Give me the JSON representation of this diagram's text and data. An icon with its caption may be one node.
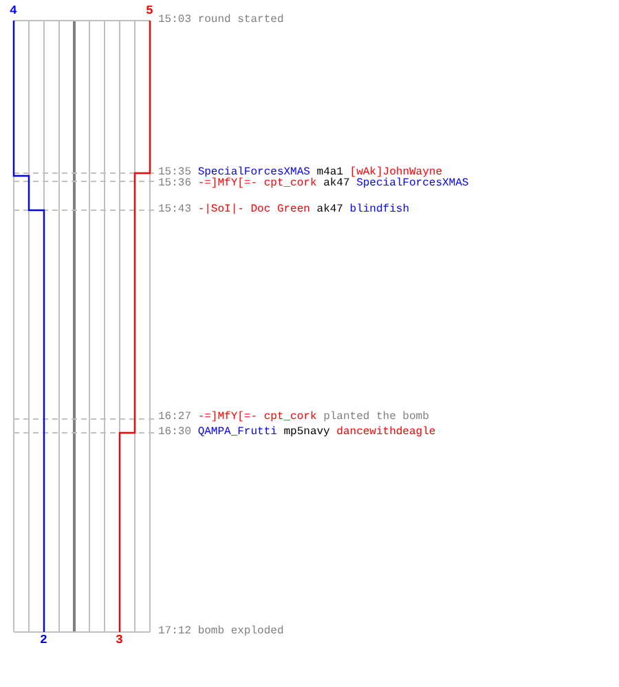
{
  "diagram": {
    "labels": [
      "4",
      "5",
      "15:03",
      "round started",
      "15:35",
      "SpecialForcesXMAS",
      "m4a1",
      "[wAk]JohnWayne",
      "15:36",
      "-=]MfY[=- cpt_cork",
      "ak47",
      "SpecialForcesXMAS",
      "15:43",
      "-|SoI|- Doc Green",
      "ak47",
      "blindfish",
      "16:27",
      "-=]MfY[=- cpt_cork",
      "planted the bomb",
      "16:30",
      "QAMPA_Frutti",
      "mp5navy",
      "dancewithdeagle",
      "2",
      "3",
      "17:12",
      "bomb exploded"
    ]
  }
}
